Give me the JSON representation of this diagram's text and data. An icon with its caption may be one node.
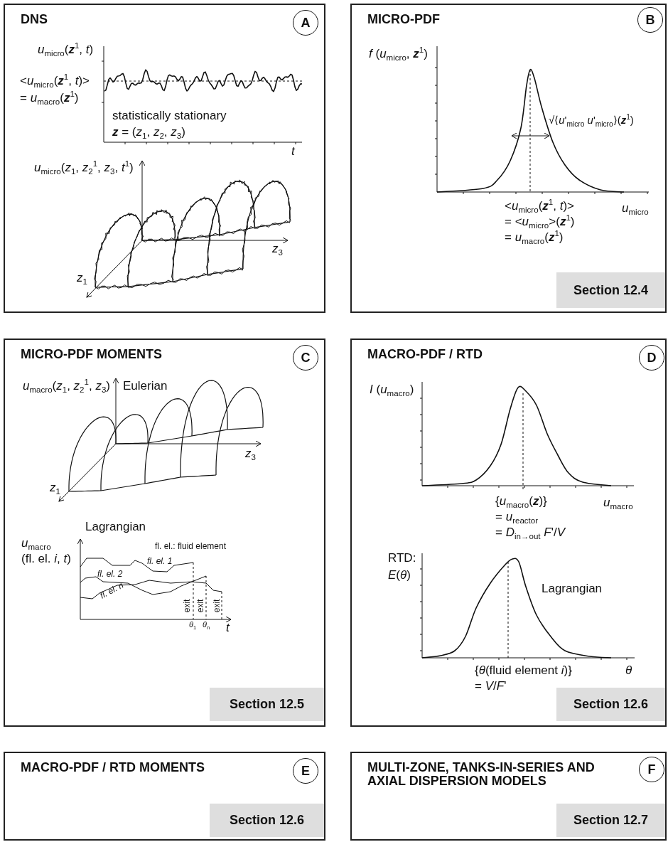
{
  "diagram": {
    "nodes": [
      {
        "text": [
          "DNS"
        ]
      },
      {
        "text": [
          "A"
        ],
        "in": 0
      },
      {
        "text": [
          "MICRO-PDF"
        ]
      },
      {
        "text": [
          "B"
        ],
        "in": 2
      },
      {
        "text": [
          "Section 12.4"
        ],
        "in": 2
      },
      {
        "text": [
          "MICRO-PDF MOMENTS"
        ]
      },
      {
        "text": [
          "C"
        ],
        "in": 5
      },
      {
        "text": [
          "Section 12.5"
        ],
        "in": 5
      },
      {
        "text": [
          "MACRO-PDF / RTD"
        ]
      },
      {
        "text": [
          "D"
        ],
        "in": 8
      },
      {
        "text": [
          "Section 12.6"
        ],
        "in": 8
      },
      {
        "text": [
          "MACRO-PDF / RTD MOMENTS"
        ]
      },
      {
        "text": [
          "E"
        ],
        "in": 11
      },
      {
        "text": [
          "Section 12.6"
        ],
        "in": 11
      },
      {
        "text": [
          "MULTI-ZONE, TANKS-IN-SERIES AND AXIAL DISPERSION MODELS"
        ]
      },
      {
        "text": [
          "F"
        ],
        "in": 14
      },
      {
        "text": [
          "Section 12.7"
        ],
        "in": 14
      }
    ],
    "labels": [
      "*u*$_{micro}$(**z**$^{1}$, *t*)",
      "<*u*$_{micro}$(**z**$^{1}$, *t*)>",
      "= *u*$_{macro}$(**z**$^{1}$)",
      "statistically stationary",
      "**z** = (*z*$_{1}$, *z*$_{2}$, *z*$_{3}$)",
      "t",
      "*u*$_{micro}$(*z*$_{1}$, *z*$_{2}$$^{1}$, *z*$_{3}$, *t*$^{1}$)",
      "*z*$_{3}$",
      "*z*$_{1}$",
      "*f* (*u*$_{micro}$, **z**$^{1}$)",
      "√⟨*u*'$_{micro}$ *u*'$_{micro}$⟩(**z**$^{1}$)",
      "<*u*$_{micro}$(**z**$^{1}$, *t*)>",
      "= <*u*$_{micro}$>(**z**$^{1}$)",
      "= *u*$_{macro}$(**z**$^{1}$)",
      "*u*$_{micro}$",
      "*u*$_{macro}$(*z*$_{1}$, *z*$_{2}$$^{1}$, *z*$_{3}$)",
      "Eulerian",
      "*z*$_{3}$",
      "*z*$_{1}$",
      "Lagrangian",
      "*u*$_{macro}$",
      "(fl. el. *i*, *t*)",
      "fl. el.: fluid element",
      "fl. el. 1",
      "fl. el. 2",
      "fl. el. n",
      "exit",
      "exit",
      "exit",
      "*θ*$_{1}$",
      "*θ*$_{n}$",
      "t",
      "*I* (*u*$_{macro}$)",
      "{*u*$_{macro}$(**z**)}",
      "*u*$_{macro}$",
      "= *u*$_{reactor}$",
      "= *D*$_{in→out}$ *F*'/*V*",
      "RTD:",
      "*E*(*θ*)",
      "Lagrangian",
      "{*θ*(fluid element *i*)}",
      "θ",
      "= *V*/*F*'"
    ]
  }
}
